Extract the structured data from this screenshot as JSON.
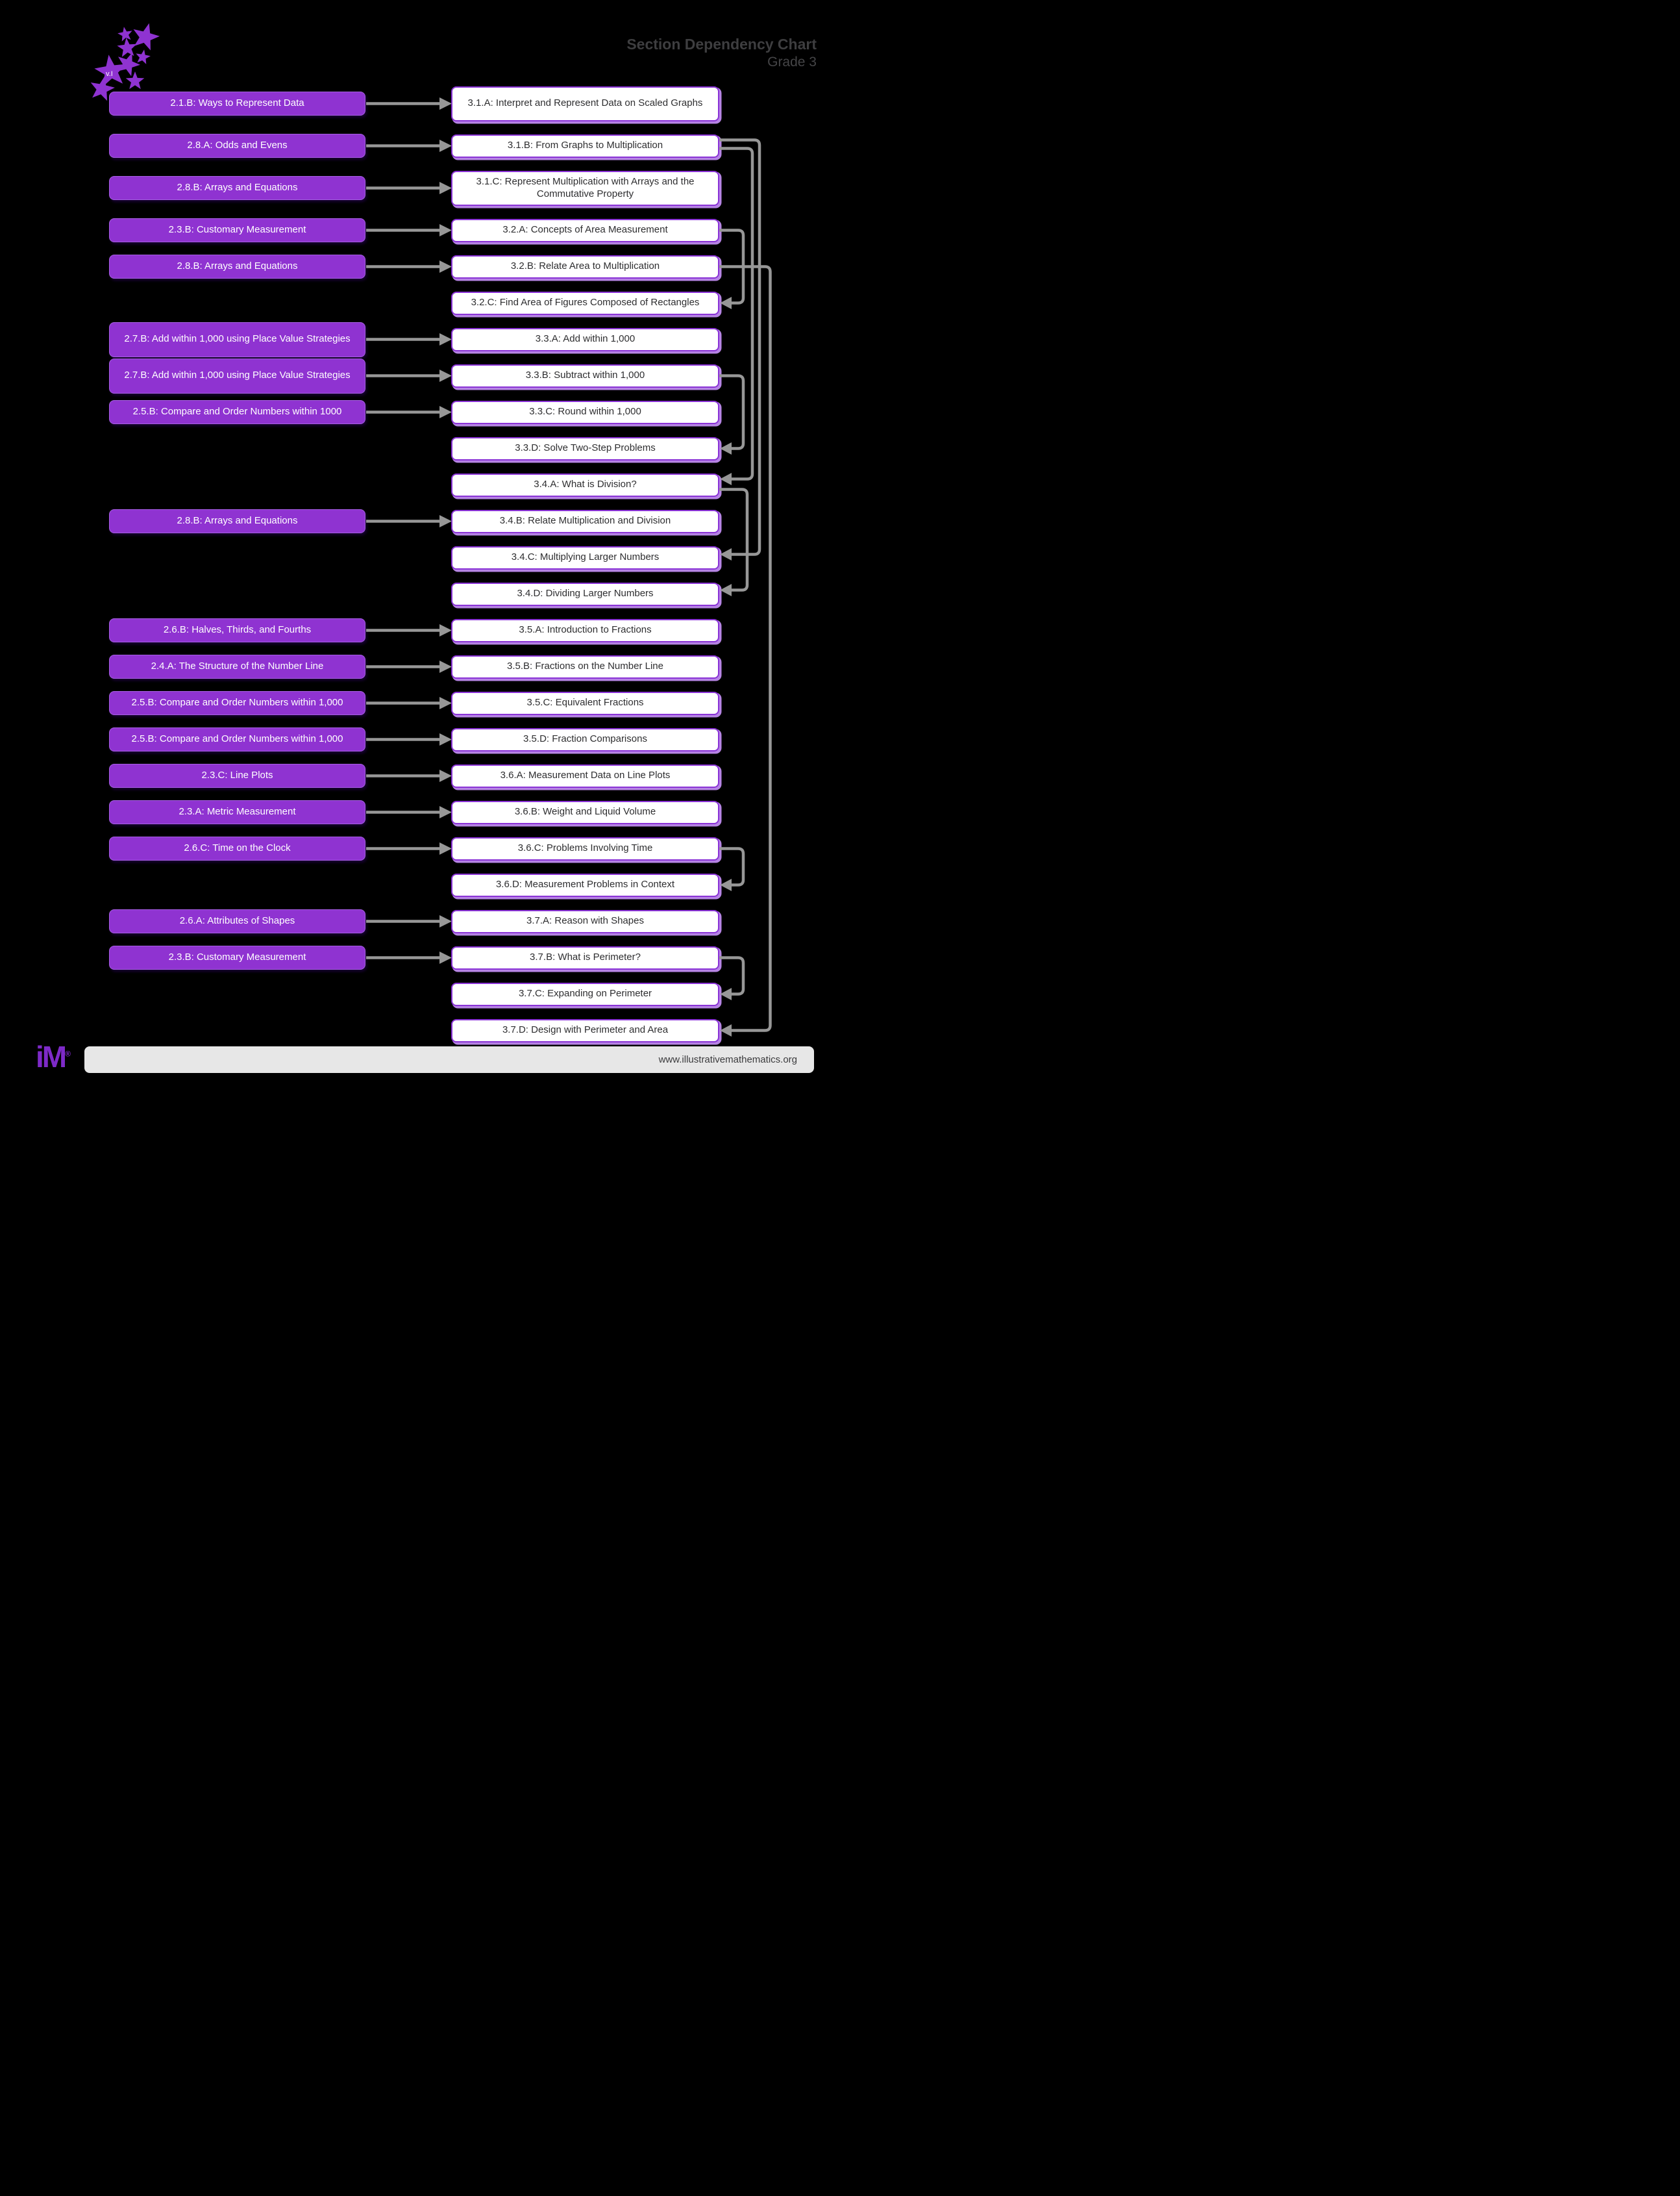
{
  "header": {
    "title": "Section Dependency Chart",
    "subtitle": "Grade 3"
  },
  "logo": {
    "version_badge": "v.I"
  },
  "footer": {
    "url": "www.illustrativemathematics.org",
    "brand": "iM",
    "registered_mark": "®"
  },
  "colors": {
    "background": "#000000",
    "source_box_fill": "#8F33D1",
    "target_box_border": "#8A33D6",
    "target_box_shadow": "#B684E4",
    "arrow_gray": "#979797",
    "title_text": "#3E3E40",
    "footer_bar": "#E7E7E7",
    "star_purple": "#8F33D1"
  },
  "rows": [
    {
      "source": "2.1.B: Ways to Represent Data",
      "target": "3.1.A: Interpret and Represent Data on Scaled Graphs",
      "target_lines": 2
    },
    {
      "source": "2.8.A: Odds and Evens",
      "target": "3.1.B: From Graphs to Multiplication"
    },
    {
      "source": "2.8.B: Arrays and Equations",
      "target": "3.1.C: Represent Multiplication with Arrays and the Commutative Property",
      "target_lines": 2
    },
    {
      "source": "2.3.B: Customary Measurement",
      "target": "3.2.A: Concepts of Area Measurement"
    },
    {
      "source": "2.8.B: Arrays and Equations",
      "target": "3.2.B: Relate Area to Multiplication"
    },
    {
      "source": null,
      "target": "3.2.C: Find Area of Figures Composed of Rectangles"
    },
    {
      "source": "2.7.B: Add within 1,000 using Place Value Strategies",
      "target": "3.3.A: Add within 1,000",
      "source_lines": 2
    },
    {
      "source": "2.7.B: Add within 1,000 using Place Value Strategies",
      "target": "3.3.B: Subtract within 1,000",
      "source_lines": 2
    },
    {
      "source": "2.5.B: Compare and Order Numbers within 1000",
      "target": "3.3.C: Round within 1,000"
    },
    {
      "source": null,
      "target": "3.3.D: Solve Two-Step Problems"
    },
    {
      "source": null,
      "target": "3.4.A: What is Division?"
    },
    {
      "source": "2.8.B: Arrays and Equations",
      "target": "3.4.B: Relate Multiplication and Division"
    },
    {
      "source": null,
      "target": "3.4.C: Multiplying Larger Numbers"
    },
    {
      "source": null,
      "target": "3.4.D: Dividing Larger Numbers"
    },
    {
      "source": "2.6.B: Halves, Thirds, and Fourths",
      "target": "3.5.A: Introduction to Fractions"
    },
    {
      "source": "2.4.A: The Structure of the Number Line",
      "target": "3.5.B: Fractions on the Number Line"
    },
    {
      "source": "2.5.B: Compare and Order Numbers within 1,000",
      "target": "3.5.C: Equivalent Fractions"
    },
    {
      "source": "2.5.B: Compare and Order Numbers within 1,000",
      "target": "3.5.D: Fraction Comparisons"
    },
    {
      "source": "2.3.C: Line Plots",
      "target": "3.6.A: Measurement Data on Line Plots"
    },
    {
      "source": "2.3.A: Metric Measurement",
      "target": "3.6.B: Weight and Liquid Volume"
    },
    {
      "source": "2.6.C: Time on the Clock",
      "target": "3.6.C: Problems Involving Time"
    },
    {
      "source": null,
      "target": "3.6.D: Measurement Problems in Context"
    },
    {
      "source": "2.6.A: Attributes of Shapes",
      "target": "3.7.A: Reason with Shapes"
    },
    {
      "source": "2.3.B: Customary Measurement",
      "target": "3.7.B: What is Perimeter?"
    },
    {
      "source": null,
      "target": "3.7.C: Expanding on Perimeter"
    },
    {
      "source": null,
      "target": "3.7.D: Design with Perimeter and Area"
    }
  ],
  "dependencies": [
    {
      "from": "3.2.A",
      "to": "3.2.C",
      "lane": 0
    },
    {
      "from": "3.3.B",
      "to": "3.3.D",
      "lane": 0
    },
    {
      "from": "3.6.C",
      "to": "3.6.D",
      "lane": 0
    },
    {
      "from": "3.7.B",
      "to": "3.7.C",
      "lane": 0
    },
    {
      "from": "3.4.A",
      "to": "3.4.D",
      "lane": 1
    },
    {
      "from": "3.1.B",
      "to": "3.4.A",
      "lane": 2
    },
    {
      "from": "3.1.B",
      "to": "3.4.C",
      "lane": 3
    },
    {
      "from": "3.2.B",
      "to": "3.7.D",
      "lane": 4
    }
  ]
}
